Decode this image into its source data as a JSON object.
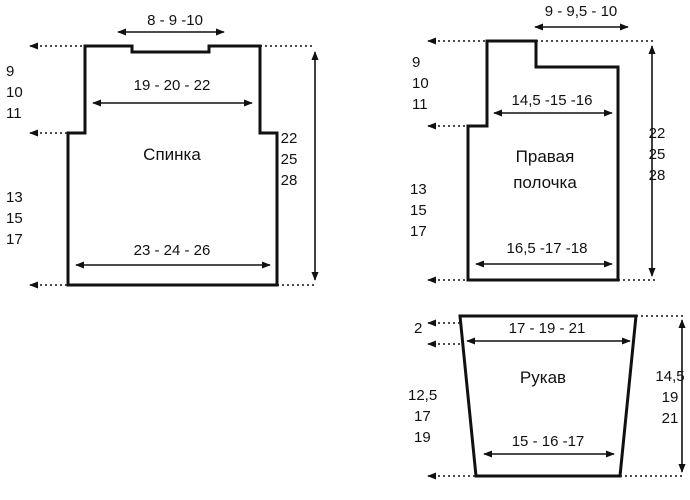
{
  "colors": {
    "ink": "#111111",
    "background": "#ffffff"
  },
  "back": {
    "title": "Спинка",
    "neck_width": "8 - 9 -10",
    "shoulder_width": "19 - 20 - 22",
    "bottom_width": "23 - 24 - 26",
    "armhole_height": [
      "9",
      "10",
      "11"
    ],
    "side_height": [
      "13",
      "15",
      "17"
    ],
    "total_height": [
      "22",
      "25",
      "28"
    ]
  },
  "front": {
    "title_lines": [
      "Правая",
      "полочка"
    ],
    "neck_width": "9 - 9,5 - 10",
    "shoulder_width": "14,5 -15 -16",
    "bottom_width": "16,5 -17 -18",
    "armhole_height": [
      "9",
      "10",
      "11"
    ],
    "side_height": [
      "13",
      "15",
      "17"
    ],
    "total_height": [
      "22",
      "25",
      "28"
    ]
  },
  "sleeve": {
    "title": "Рукав",
    "top_width": "17 - 19 - 21",
    "bottom_width": "15 - 16 -17",
    "cuff_height": "2",
    "side_height": [
      "12,5",
      "17",
      "19"
    ],
    "total_height": [
      "14,5",
      "19",
      "21"
    ]
  }
}
